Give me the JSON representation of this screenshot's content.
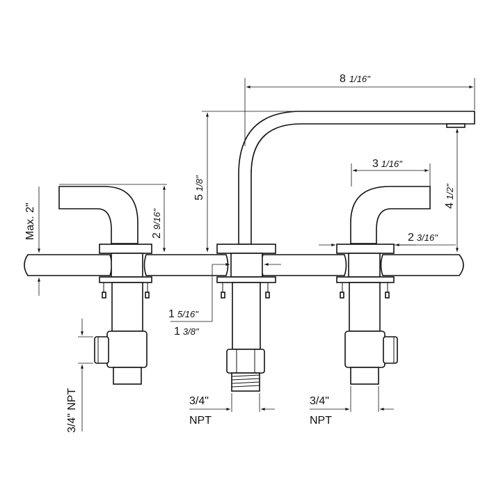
{
  "labels": {
    "spout_reach": "8",
    "spout_reach_frac": "1/16\"",
    "spout_height": "5",
    "spout_height_frac": "1/8\"",
    "spout_clearance": "4",
    "spout_clearance_frac": "1/2\"",
    "handle_reach": "3",
    "handle_reach_frac": "1/16\"",
    "handle_height": "2",
    "handle_height_frac": "9/16\"",
    "flange_diameter": "2",
    "flange_diameter_frac": "3/16\"",
    "deck_max": "Max. 2\"",
    "hole_a": "1",
    "hole_a_frac": "5/16\"",
    "hole_b": "1",
    "hole_b_frac": "3/8\"",
    "npt_left": "3/4\" NPT",
    "npt_center_top": "3/4\"",
    "npt_center_bottom": "NPT",
    "npt_right_top": "3/4\"",
    "npt_right_bottom": "NPT"
  }
}
